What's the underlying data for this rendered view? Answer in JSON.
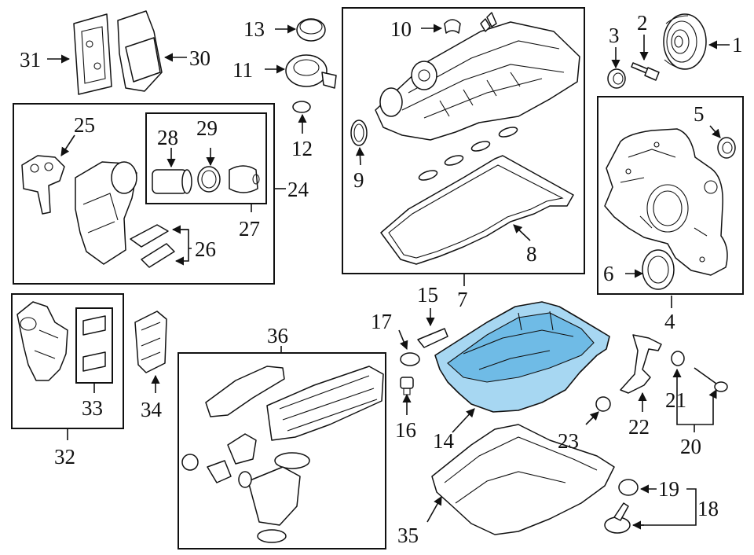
{
  "labels": {
    "n1": "1",
    "n2": "2",
    "n3": "3",
    "n4": "4",
    "n5": "5",
    "n6": "6",
    "n7": "7",
    "n8": "8",
    "n9": "9",
    "n10": "10",
    "n11": "11",
    "n12": "12",
    "n13": "13",
    "n14": "14",
    "n15": "15",
    "n16": "16",
    "n17": "17",
    "n18": "18",
    "n19": "19",
    "n20": "20",
    "n21": "21",
    "n22": "22",
    "n23": "23",
    "n24": "24",
    "n25": "25",
    "n26": "26",
    "n27": "27",
    "n28": "28",
    "n29": "29",
    "n30": "30",
    "n31": "31",
    "n32": "32",
    "n33": "33",
    "n34": "34",
    "n35": "35",
    "n36": "36"
  },
  "colors": {
    "highlight": "#a7d7f2",
    "highlight_dark": "#6fbbe6",
    "line": "#111111"
  }
}
